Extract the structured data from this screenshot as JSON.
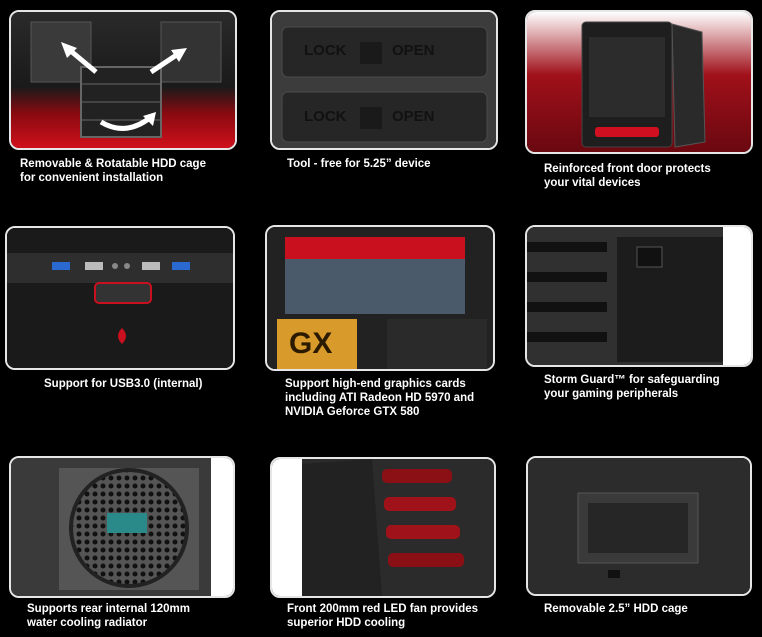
{
  "features": [
    {
      "caption": "Removable & Rotatable HDD cage\nfor convenient installation"
    },
    {
      "caption": "Tool - free for 5.25” device",
      "lock_label": "LOCK",
      "open_label": "OPEN"
    },
    {
      "caption": "Reinforced front door protects\nyour vital devices"
    },
    {
      "caption": "Support for USB3.0 (internal)"
    },
    {
      "caption": "Support high-end graphics cards\nincluding ATI Radeon HD 5970 and\nNVIDIA Geforce GTX 580",
      "box_label": "GX"
    },
    {
      "caption": "Storm Guard™ for safeguarding\nyour gaming peripherals"
    },
    {
      "caption": "Supports rear internal 120mm\nwater cooling radiator"
    },
    {
      "caption": "Front 200mm red LED fan provides\nsuperior HDD cooling"
    },
    {
      "caption": "Removable 2.5” HDD cage"
    }
  ],
  "colors": {
    "background": "#000000",
    "accent": "#c8101e",
    "border": "#e6e6e6",
    "text": "#ffffff"
  }
}
